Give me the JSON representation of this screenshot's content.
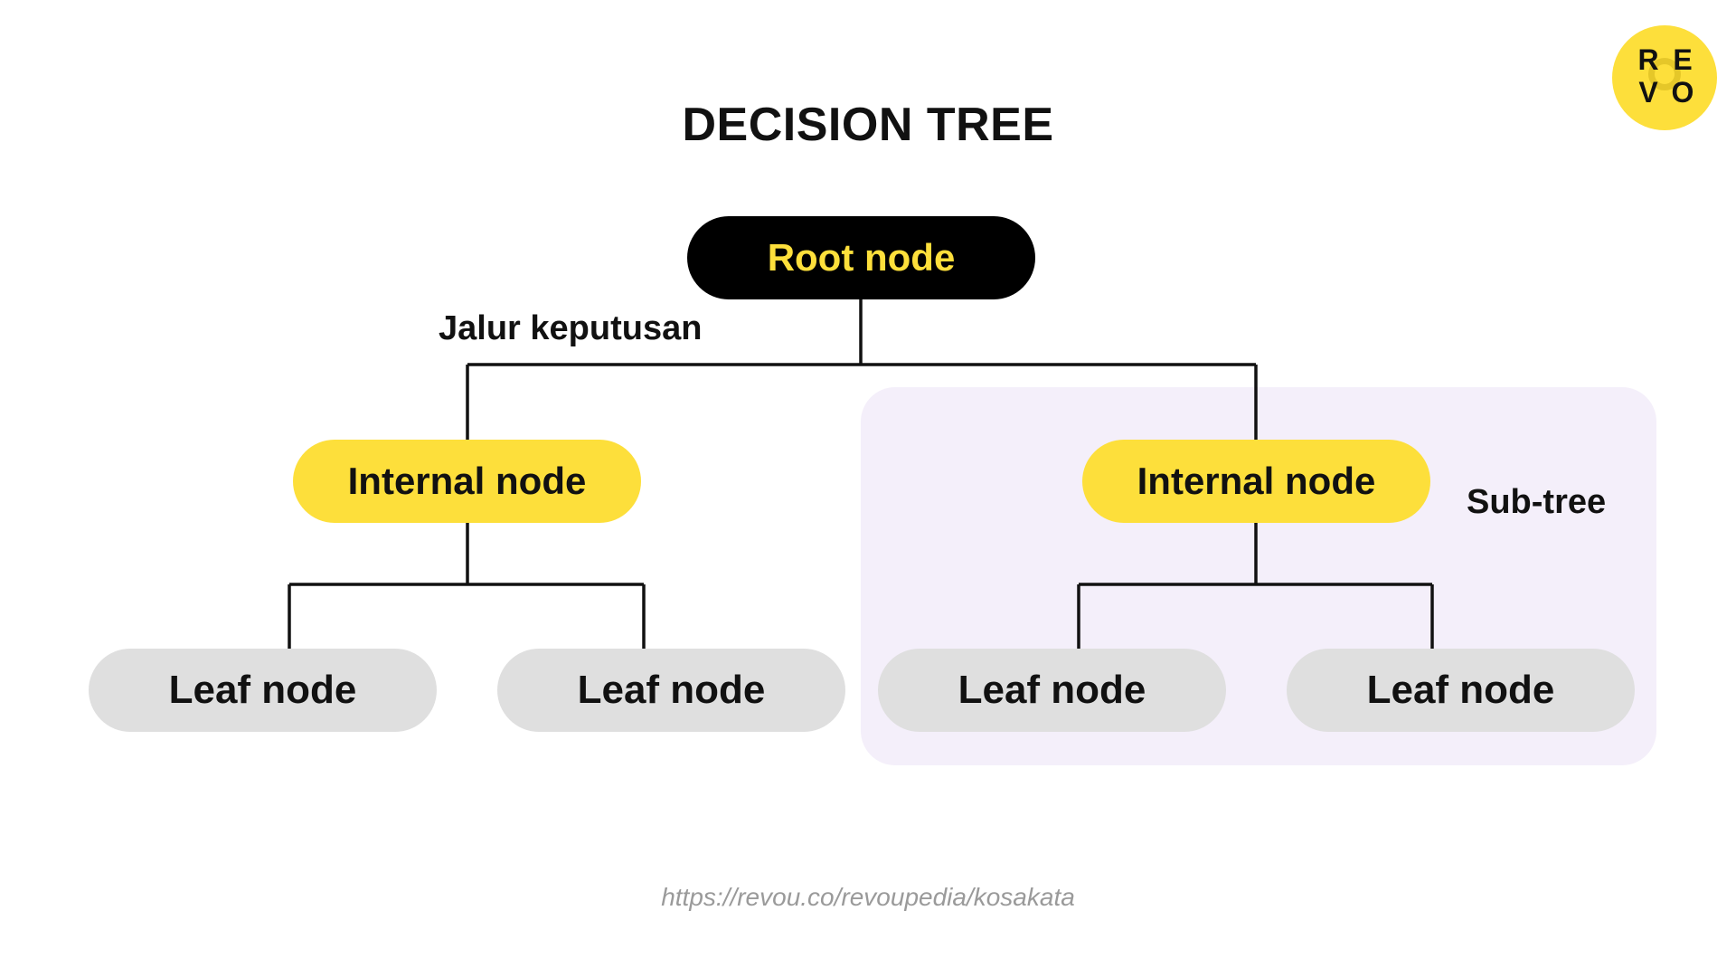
{
  "title": "DECISION TREE",
  "logo": {
    "letters": [
      "R",
      "E",
      "V",
      "O"
    ],
    "color": "#FDDF3B"
  },
  "edge_label": "Jalur keputusan",
  "subtree_label": "Sub-tree",
  "nodes": {
    "root": "Root node",
    "internal_left": "Internal node",
    "internal_right": "Internal node",
    "leaf_1": "Leaf node",
    "leaf_2": "Leaf node",
    "leaf_3": "Leaf node",
    "leaf_4": "Leaf node"
  },
  "colors": {
    "accent_yellow": "#FDDF3B",
    "root_bg": "#000000",
    "leaf_bg": "#DFDFDF",
    "subtree_bg": "#F4EFFA"
  },
  "footer_url": "https://revou.co/revoupedia/kosakata"
}
